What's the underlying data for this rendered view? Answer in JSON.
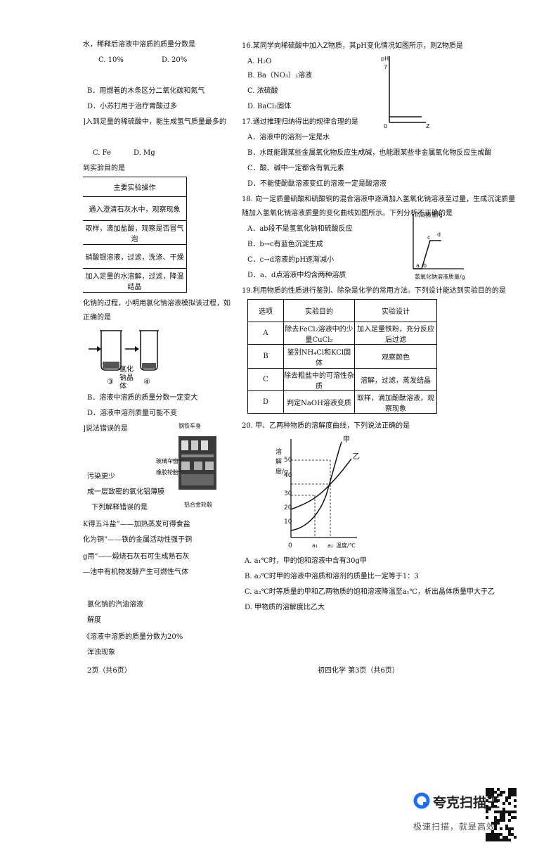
{
  "left": {
    "l1": "水，稀释后溶液中溶质的质量分数是",
    "l1_options": [
      "C. 10%",
      "D. 20%"
    ],
    "l2": "B．用燃着的木条区分二氧化碳和氮气",
    "l3": "D．小苏打用于治疗胃酸过多",
    "l4": "]入到足量的稀硫酸中，能生成氢气质量最多的",
    "l4_options": [
      "C. Fe",
      "D. Mg"
    ],
    "l5": "到实验目的是",
    "table_header": "主要实验操作",
    "table_rows": [
      "通入澄清石灰水中，观察现象",
      "取样，滴加盐酸，观察是否冒气泡",
      "硝酸银溶液，过滤，洗涤、干燥",
      "加入足量的水溶解，过滤，降温结晶"
    ],
    "l6": "化钠的过程，小明用氯化钠溶液模拟该过程，如",
    "l7": "正确的是",
    "beaker_labels": [
      "③",
      "④"
    ],
    "crystal_label": "氯化钠晶体",
    "l8": "B．溶液中溶质的质量分数一定变大",
    "l9": "D．溶液中溶剂质量可能不变",
    "l10": "]说法错误的是",
    "building_labels": [
      "钢铁车身",
      "玻璃车窗",
      "橡胶轮胎",
      "铝合金轮毂"
    ],
    "l11": "污染更少",
    "l12": "成一层致密的氧化铝薄膜",
    "l13": "下列解释错误的是",
    "l14": "K得五斗盐”——加热蒸发可得食盐",
    "l15": "化为铜”——铁的金属活动性强于铜",
    "l16": "g用”——煅烧石灰石可生成熟石灰",
    "l17": "—池中有机物发酵产生可燃性气体",
    "l18": "氯化钠的汽油溶液",
    "l19": "解度",
    "l20": "《溶液中溶质的质量分数为20%",
    "l21": "浑浊现象",
    "footer": "2页（共6页）"
  },
  "right": {
    "q16": "16.某同学向稀硫酸中加入Z物质，其pH变化情况如图所示，则Z物质是",
    "q16_opts": [
      "A. H₂O",
      "B. Ba（NO₃）₂溶液",
      "C. 浓硫酸",
      "D. BaCl₂固体"
    ],
    "q16_axis": {
      "y": "pH",
      "y7": "7",
      "origin": "0",
      "x": "Z"
    },
    "q17": "17.通过推理归纳得出的规律合理的是",
    "q17_opts": [
      "A．溶液中的溶剂一定是水",
      "B．水既能跟某些金属氧化物反应生成碱，也能跟某些非金属氧化物反应生成酸",
      "C．酸、碱中一定都含有氧元素",
      "D．不能使酚酞溶液变红的溶液一定是酸溶液"
    ],
    "q18a": "18. 向一定质量硫酸和硫酸铜的混合溶液中逐滴加入氢氧化钠溶液至过量，生成沉淀质量",
    "q18b": "随加入氢氧化钠溶液质量的变化曲线如图所示。下列分析不正确的是",
    "q18_opts": [
      "A．ab段不是氢氧化钠和硫酸反应",
      "B．b→c有蓝色沉淀生成",
      "C．c→d溶液的pH逐渐减小",
      "D．a、d点溶液中均含两种溶质"
    ],
    "q18_axis": {
      "y": "沉淀质量/g",
      "x": "氢氧化钠溶液质量/g",
      "a": "a",
      "b": "b",
      "c": "c",
      "d": "d"
    },
    "q19": "19.利用物质的性质进行鉴别、除杂是化学的常用方法。下列设计能达到实验目的的是",
    "q19_table": {
      "headers": [
        "选项",
        "实验目的",
        "实验设计"
      ],
      "rows": [
        [
          "A",
          "除去FeCl₂溶液中的少量CuCl₂",
          "加入足量铁粉，充分反应后过滤"
        ],
        [
          "B",
          "鉴别NH₄Cl和KCl固体",
          "观察颜色"
        ],
        [
          "C",
          "除去粗盐中的可溶性杂质",
          "溶解，过滤，蒸发结晶"
        ],
        [
          "D",
          "判定NaOH溶液变质",
          "取样，滴加酚酞溶液，观察现象"
        ]
      ]
    },
    "q20": "20. 甲、乙两种物质的溶解度曲线，下列说法正确的是",
    "q20_chart": {
      "ylabel": "溶解度/g",
      "xlabel": "温度/℃",
      "yticks": [
        "10",
        "20",
        "30",
        "40",
        "50"
      ],
      "origin": "0",
      "xticks": [
        "a₁",
        "a₂"
      ],
      "jia": "甲",
      "yi": "乙"
    },
    "q20_opts": [
      "A. a₁℃时，甲的饱和溶液中含有30g甲",
      "B. a₂℃时甲的溶液中溶质和溶剂的质量比一定等于1：3",
      "C. a₂℃时等质量的甲和乙两物质的饱和溶液降温至a₁℃，析出晶体质量甲大于乙",
      "D. 甲物质的溶解度比乙大"
    ],
    "footer": "初四化学 第3页（共6页）"
  },
  "brand": {
    "name": "夸克扫描王",
    "slogan": "极速扫描，就是高效",
    "accent": "#1a6dff"
  }
}
